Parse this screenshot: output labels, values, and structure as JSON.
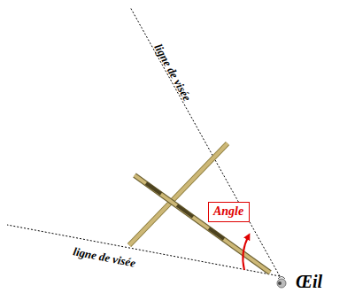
{
  "diagram": {
    "nodes": [
      {
        "text": [
          "Angle"
        ]
      }
    ],
    "labels": [
      "ligne de visée",
      "ligne de visée",
      "Œil"
    ]
  }
}
